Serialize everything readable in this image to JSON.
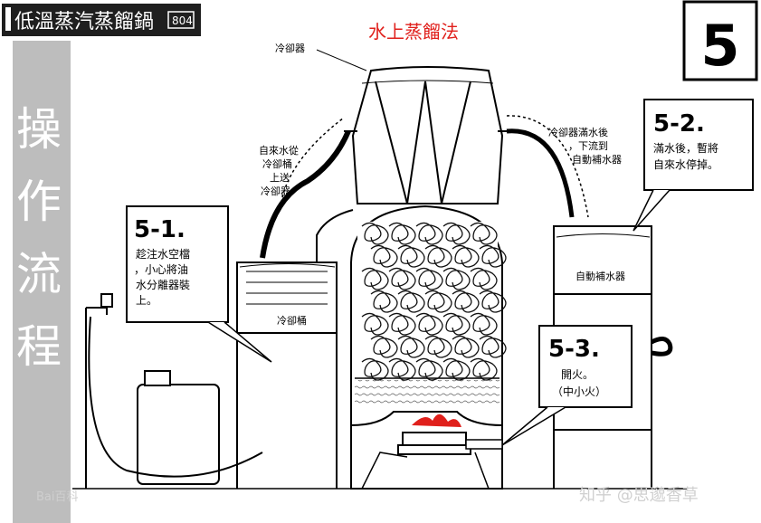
{
  "header": {
    "series_title": "低溫蒸汽蒸餾鍋",
    "series_code": "804",
    "diagram_title": "水上蒸餾法",
    "step_number": "5"
  },
  "sidebar": {
    "chars": [
      "操",
      "作",
      "流",
      "程"
    ]
  },
  "labels": {
    "condenser": "冷卻器",
    "tap_water_1": "自來水從",
    "tap_water_2": "冷卻桶",
    "tap_water_3": "上送",
    "tap_water_4": "冷卻器",
    "overflow_1": "冷卻器滿水後",
    "overflow_2": "，下流到",
    "overflow_3": "自動補水器",
    "cooling_bucket": "冷卻桶",
    "auto_refill": "自動補水器"
  },
  "steps": {
    "s1": {
      "num": "5-1.",
      "line1": "趁注水空檔",
      "line2": "，小心將油",
      "line3": "水分離器裝",
      "line4": "上。"
    },
    "s2": {
      "num": "5-2.",
      "line1": "滿水後，暫將",
      "line2": "自來水停掉。"
    },
    "s3": {
      "num": "5-3.",
      "line1": "開火。",
      "line2": "（中小火）"
    }
  },
  "watermarks": {
    "baidu": "Bai百科",
    "zhihu": "知乎 @思邈香草"
  }
}
